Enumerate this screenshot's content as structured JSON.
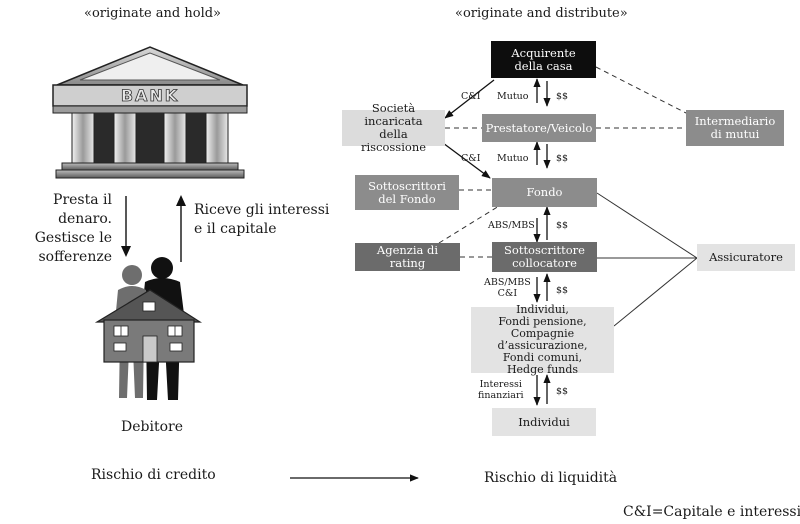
{
  "titles": {
    "left": "«originate and hold»",
    "right": "«originate and distribute»"
  },
  "left": {
    "bank_sign": "BANK",
    "lend_caption": [
      "Presta il denaro.",
      "Gestisce le",
      "sofferenze"
    ],
    "receive_caption": [
      "Riceve gli interessi",
      "e il capitale"
    ],
    "debtor": "Debitore"
  },
  "nodes": {
    "buyer": [
      "Acquirente",
      "della casa"
    ],
    "collection": [
      "Società incaricata",
      "della riscossione"
    ],
    "lender": "Prestatore/Veicolo",
    "broker": [
      "Intermediario",
      "di mutui"
    ],
    "underwriters": [
      "Sottoscrittori",
      "del Fondo"
    ],
    "fund": "Fondo",
    "rating": "Agenzia di rating",
    "placer": [
      "Sottoscrittore",
      "collocatore"
    ],
    "insurer": "Assicuratore",
    "investors": [
      "Individui,",
      "Fondi pensione,",
      "Compagnie d’assicurazione,",
      "Fondi comuni,",
      "Hedge funds"
    ],
    "individuals": "Individui"
  },
  "flow_labels": {
    "ci_1": "C&I",
    "mutuo_1": "Mutuo",
    "money_1": "$$",
    "ci_2": "C&I",
    "mutuo_2": "Mutuo",
    "money_2": "$$",
    "absmbs_1": "ABS/MBS",
    "money_3": "$$",
    "absmbs_2": [
      "ABS/MBS",
      "C&I"
    ],
    "money_4": "$$",
    "interest": [
      "Interessi",
      "finanziari"
    ],
    "money_5": "$$"
  },
  "bottom": {
    "credit_risk": "Rischio di credito",
    "liquidity_risk": "Rischio di liquidità",
    "legend": "C&I=Capitale e interessi"
  }
}
